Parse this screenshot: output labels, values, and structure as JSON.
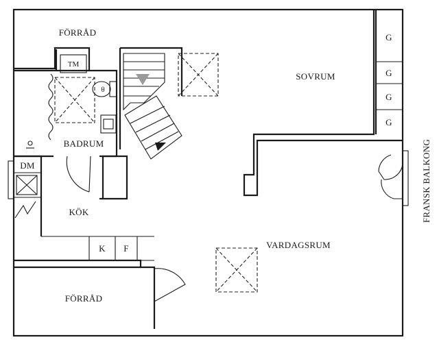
{
  "rooms": {
    "forrad_top": "FÖRRÅD",
    "forrad_bottom": "FÖRRÅD",
    "sovrum": "SOVRUM",
    "badrum": "BADRUM",
    "kok": "KÖK",
    "vardagsrum": "VARDAGSRUM",
    "fransk_balkong": "FRANSK BALKONG"
  },
  "fixtures": {
    "tm": "TM",
    "dm": "DM",
    "k": "K",
    "f": "F",
    "g": "G",
    "wc_symbol": "θ"
  },
  "colors": {
    "line": "#1a1a1a",
    "arrow": "#999999"
  }
}
